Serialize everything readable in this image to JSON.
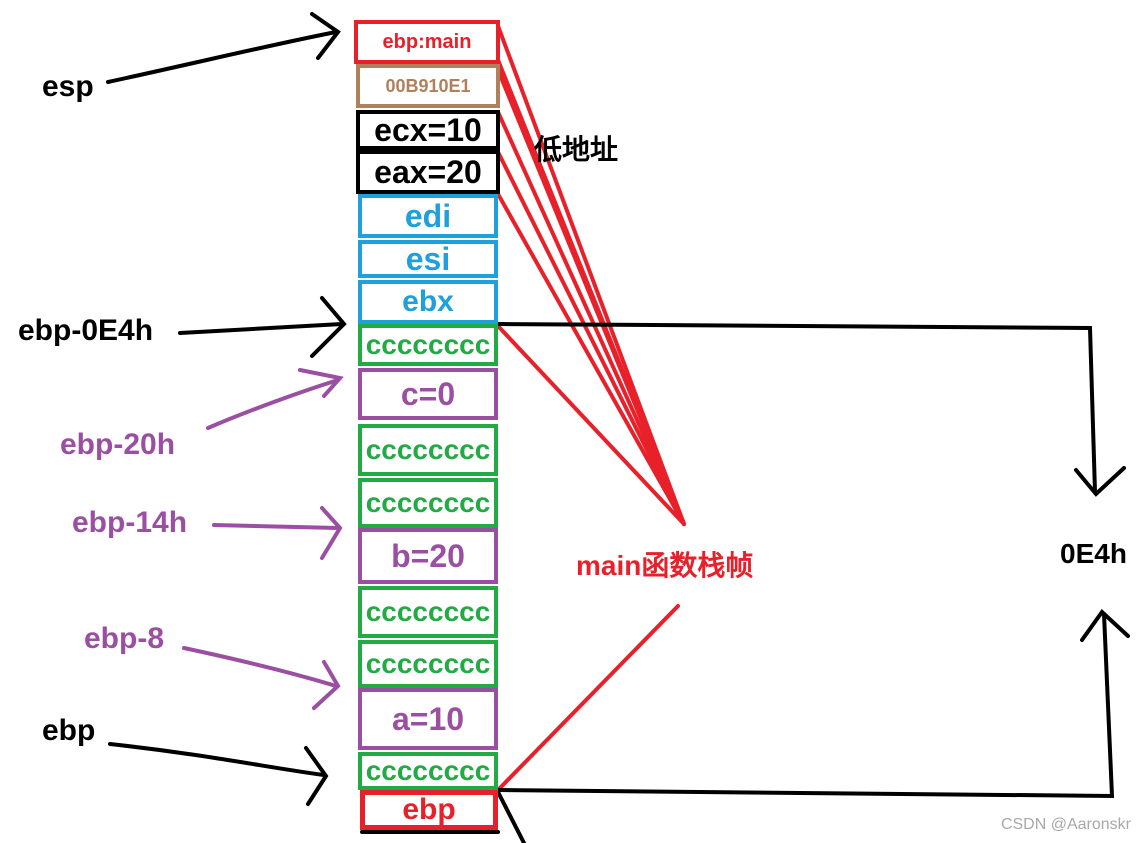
{
  "colors": {
    "red": "#e8202a",
    "brown": "#b0805a",
    "black": "#000000",
    "blue": "#1ea0dc",
    "green": "#22aa44",
    "purple": "#9b4fa3",
    "watermark": "#a8a8a8"
  },
  "stack": {
    "cells": [
      {
        "text": "ebp:main",
        "color": "red"
      },
      {
        "text": "00B910E1",
        "color": "brown"
      },
      {
        "text": "ecx=10",
        "color": "black"
      },
      {
        "text": "eax=20",
        "color": "black"
      },
      {
        "text": "edi",
        "color": "blue"
      },
      {
        "text": "esi",
        "color": "blue"
      },
      {
        "text": "ebx",
        "color": "blue"
      },
      {
        "text": "cccccccc",
        "color": "green"
      },
      {
        "text": "c=0",
        "color": "purple"
      },
      {
        "text": "cccccccc",
        "color": "green"
      },
      {
        "text": "cccccccc",
        "color": "green"
      },
      {
        "text": "b=20",
        "color": "purple"
      },
      {
        "text": "cccccccc",
        "color": "green"
      },
      {
        "text": "cccccccc",
        "color": "green"
      },
      {
        "text": "a=10",
        "color": "purple"
      },
      {
        "text": "cccccccc",
        "color": "green"
      },
      {
        "text": "ebp",
        "color": "red"
      }
    ]
  },
  "pointers": {
    "esp": "esp",
    "ebp_0e4h": "ebp-0E4h",
    "ebp_20h": "ebp-20h",
    "ebp_14h": "ebp-14h",
    "ebp_8": "ebp-8",
    "ebp": "ebp"
  },
  "annotations": {
    "low_address": "低地址",
    "main_frame": "main函数栈帧",
    "frame_size": "0E4h"
  },
  "watermark": "CSDN @Aaronskr"
}
